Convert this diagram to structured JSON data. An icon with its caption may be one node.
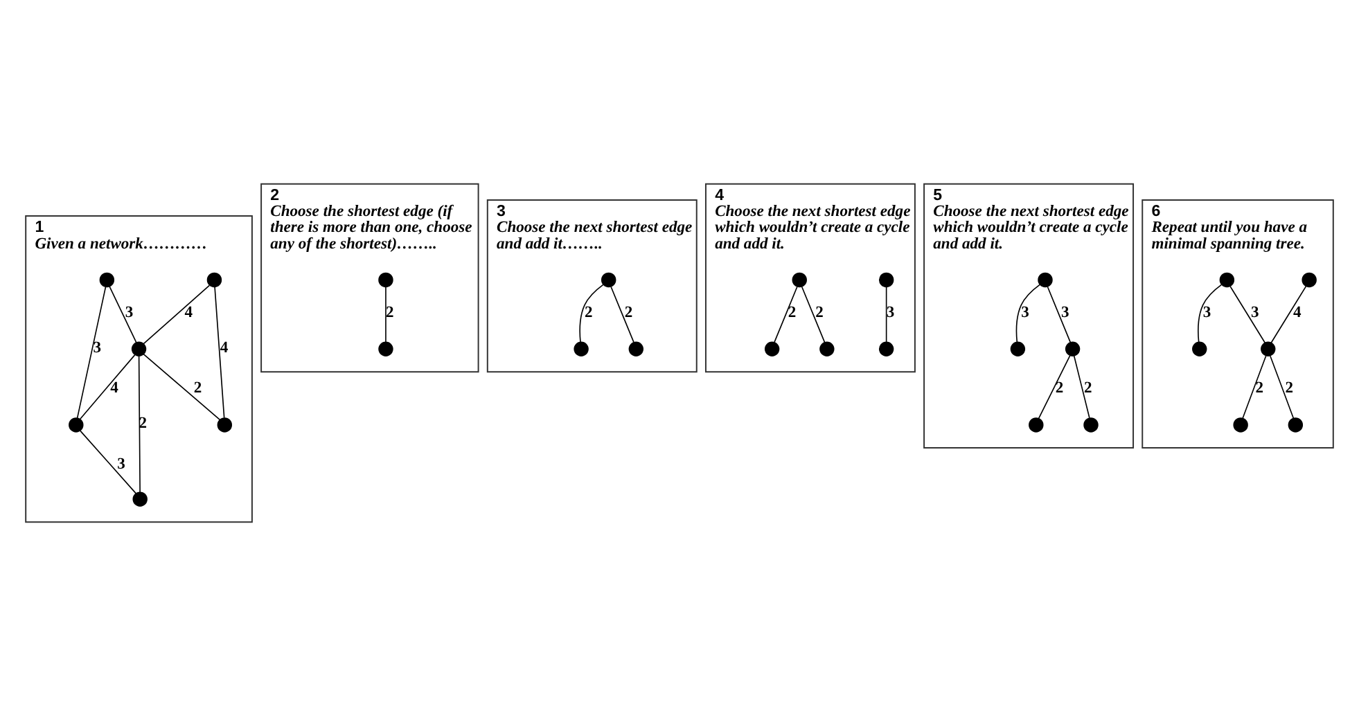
{
  "diagram": {
    "nodes": [
      {
        "text": [
          "1",
          "Given a network…………"
        ]
      },
      {
        "text": [],
        "shape": "circle",
        "in": 0
      },
      {
        "text": [],
        "shape": "circle",
        "in": 0
      },
      {
        "text": [],
        "shape": "circle",
        "in": 0
      },
      {
        "text": [],
        "shape": "circle",
        "in": 0
      },
      {
        "text": [],
        "shape": "circle",
        "in": 0
      },
      {
        "text": [],
        "shape": "circle",
        "in": 0
      },
      {
        "text": [
          "2",
          "Choose the shortest edge (if there is more than one, choose any of the shortest)…….."
        ]
      },
      {
        "text": [],
        "shape": "circle",
        "in": 7
      },
      {
        "text": [],
        "shape": "circle",
        "in": 7
      },
      {
        "text": [
          "3",
          "Choose the next shortest edge and add it…….."
        ]
      },
      {
        "text": [],
        "shape": "circle",
        "in": 10
      },
      {
        "text": [],
        "shape": "circle",
        "in": 10
      },
      {
        "text": [],
        "shape": "circle",
        "in": 10
      },
      {
        "text": [
          "4",
          "Choose the next shortest edge which wouldn’t create a cycle and add it."
        ]
      },
      {
        "text": [],
        "shape": "circle",
        "in": 14
      },
      {
        "text": [],
        "shape": "circle",
        "in": 14
      },
      {
        "text": [],
        "shape": "circle",
        "in": 14
      },
      {
        "text": [],
        "shape": "circle",
        "in": 14
      },
      {
        "text": [],
        "shape": "circle",
        "in": 14
      },
      {
        "text": [
          "5",
          "Choose the next shortest edge which wouldn’t create a cycle and add it."
        ]
      },
      {
        "text": [],
        "shape": "circle",
        "in": 20
      },
      {
        "text": [],
        "shape": "circle",
        "in": 20
      },
      {
        "text": [],
        "shape": "circle",
        "in": 20
      },
      {
        "text": [],
        "shape": "circle",
        "in": 20
      },
      {
        "text": [],
        "shape": "circle",
        "in": 20
      },
      {
        "text": [
          "6",
          "Repeat until you have a minimal spanning tree."
        ]
      },
      {
        "text": [],
        "shape": "circle",
        "in": 26
      },
      {
        "text": [],
        "shape": "circle",
        "in": 26
      },
      {
        "text": [],
        "shape": "circle",
        "in": 26
      },
      {
        "text": [],
        "shape": "circle",
        "in": 26
      },
      {
        "text": [],
        "shape": "circle",
        "in": 26
      },
      {
        "text": [],
        "shape": "circle",
        "in": 26
      }
    ],
    "edges": [
      {
        "from": 1,
        "to": 3,
        "arrow": "none",
        "label": "4"
      },
      {
        "from": 1,
        "to": 6,
        "arrow": "none",
        "label": "4"
      },
      {
        "from": 2,
        "to": 3,
        "arrow": "none",
        "label": "3"
      },
      {
        "from": 2,
        "to": 4,
        "arrow": "none",
        "label": "3"
      },
      {
        "from": 3,
        "to": 4,
        "arrow": "none",
        "label": "4"
      },
      {
        "from": 3,
        "to": 6,
        "arrow": "none",
        "label": "2"
      },
      {
        "from": 3,
        "to": 5,
        "arrow": "none",
        "label": "2"
      },
      {
        "from": 5,
        "to": 4,
        "arrow": "none",
        "label": "3"
      },
      {
        "from": 8,
        "to": 9,
        "arrow": "none",
        "label": "2"
      },
      {
        "from": 12,
        "to": 11,
        "arrow": "none",
        "label": "2"
      },
      {
        "from": 11,
        "to": 13,
        "arrow": "none",
        "label": "2"
      },
      {
        "from": 15,
        "to": 16,
        "arrow": "none",
        "label": "3"
      },
      {
        "from": 17,
        "to": 19,
        "arrow": "none",
        "label": "2"
      },
      {
        "from": 17,
        "to": 18,
        "arrow": "none",
        "label": "2"
      },
      {
        "from": 21,
        "to": 22,
        "arrow": "none",
        "label": "3"
      },
      {
        "from": 23,
        "to": 21,
        "arrow": "none",
        "label": "3"
      },
      {
        "from": 23,
        "to": 25,
        "arrow": "none",
        "label": "2"
      },
      {
        "from": 23,
        "to": 24,
        "arrow": "none",
        "label": "2"
      },
      {
        "from": 27,
        "to": 30,
        "arrow": "none",
        "label": "4"
      },
      {
        "from": 30,
        "to": 28,
        "arrow": "none",
        "label": "3"
      },
      {
        "from": 28,
        "to": 29,
        "arrow": "none",
        "label": "3"
      },
      {
        "from": 30,
        "to": 32,
        "arrow": "none",
        "label": "2"
      },
      {
        "from": 30,
        "to": 31,
        "arrow": "none",
        "label": "2"
      }
    ]
  }
}
